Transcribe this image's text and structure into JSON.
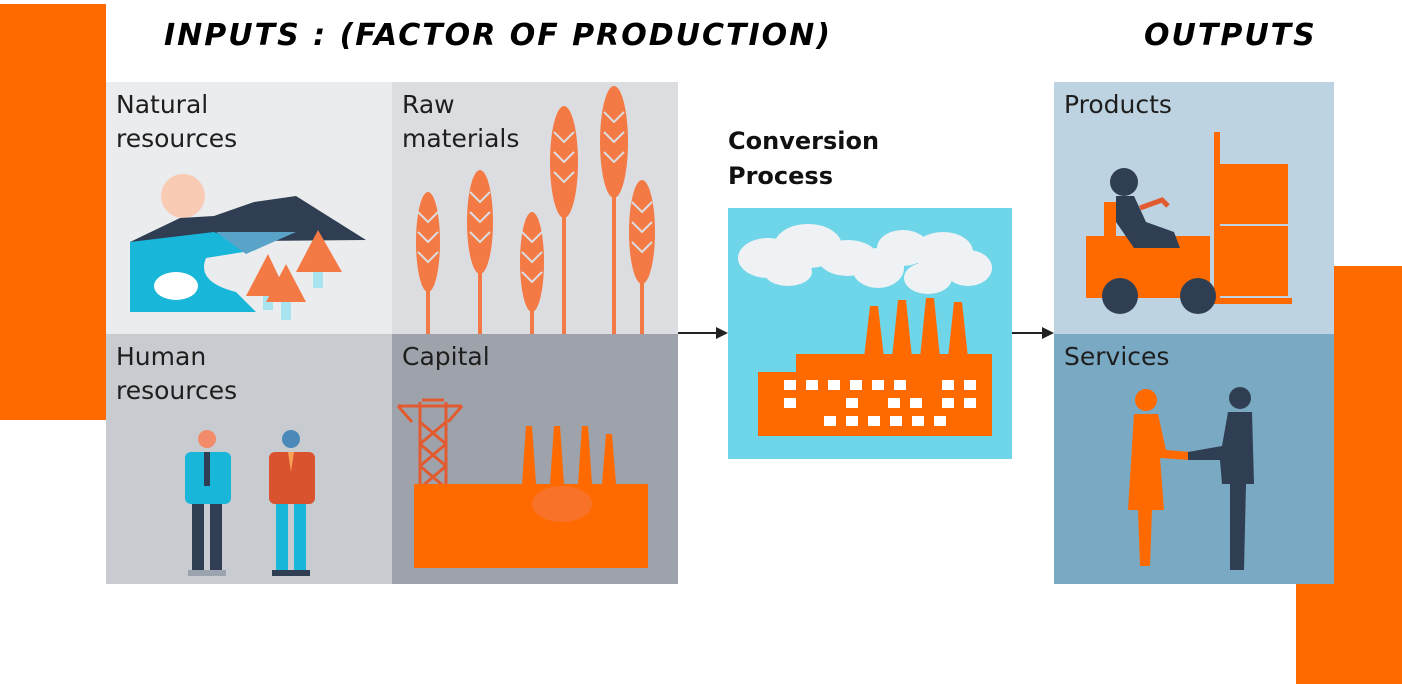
{
  "headings": {
    "inputs": "INPUTS : (FACTOR OF PRODUCTION)",
    "outputs": "OUTPUTS"
  },
  "inputs": {
    "natural": {
      "line1": "Natural",
      "line2": "resources"
    },
    "raw": {
      "line1": "Raw",
      "line2": "materials"
    },
    "human": {
      "line1": "Human",
      "line2": "resources"
    },
    "capital": {
      "line1": "Capital",
      "line2": ""
    }
  },
  "process": {
    "line1": "Conversion",
    "line2": "Process"
  },
  "outputs": {
    "products": "Products",
    "services": "Services"
  },
  "colors": {
    "accent": "#ff6a00",
    "wheat": "#f47a45",
    "sky": "#6fd5e8",
    "navy": "#2f3e52",
    "products_bg": "#bdd3e1",
    "services_bg": "#7aa9c4"
  }
}
